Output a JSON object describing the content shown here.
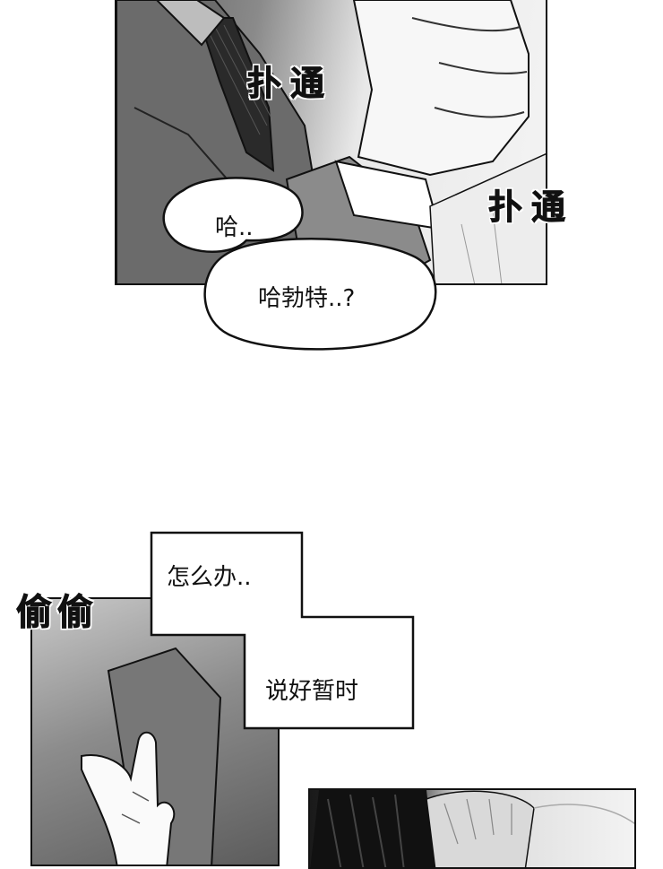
{
  "panel1": {
    "sfx_left": "扑通",
    "sfx_right": "扑通",
    "bubble_small": "哈..",
    "bubble_large": "哈勃特..?"
  },
  "panel2": {
    "sfx": "偷偷"
  },
  "narration": {
    "box1": "怎么办..",
    "box2": "说好暂时"
  }
}
